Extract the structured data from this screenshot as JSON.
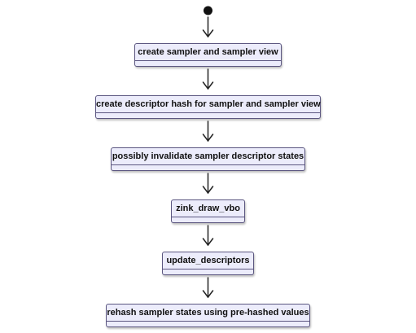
{
  "diagram": {
    "type": "activity",
    "start": "start-node",
    "steps": [
      {
        "id": "step-1",
        "label": "create sampler and sampler view"
      },
      {
        "id": "step-2",
        "label": "create descriptor hash for sampler and sampler view"
      },
      {
        "id": "step-3",
        "label": "possibly invalidate sampler descriptor states"
      },
      {
        "id": "step-4",
        "label": "zink_draw_vbo"
      },
      {
        "id": "step-5",
        "label": "update_descriptors"
      },
      {
        "id": "step-6",
        "label": "rehash sampler states using pre-hashed values"
      }
    ],
    "edges": [
      {
        "from": "start-node",
        "to": "step-1"
      },
      {
        "from": "step-1",
        "to": "step-2"
      },
      {
        "from": "step-2",
        "to": "step-3"
      },
      {
        "from": "step-3",
        "to": "step-4"
      },
      {
        "from": "step-4",
        "to": "step-5"
      },
      {
        "from": "step-5",
        "to": "step-6"
      }
    ],
    "colors": {
      "node_fill": "#ececfb",
      "node_border": "#5b5680",
      "arrow": "#222222",
      "start": "#111111"
    }
  }
}
